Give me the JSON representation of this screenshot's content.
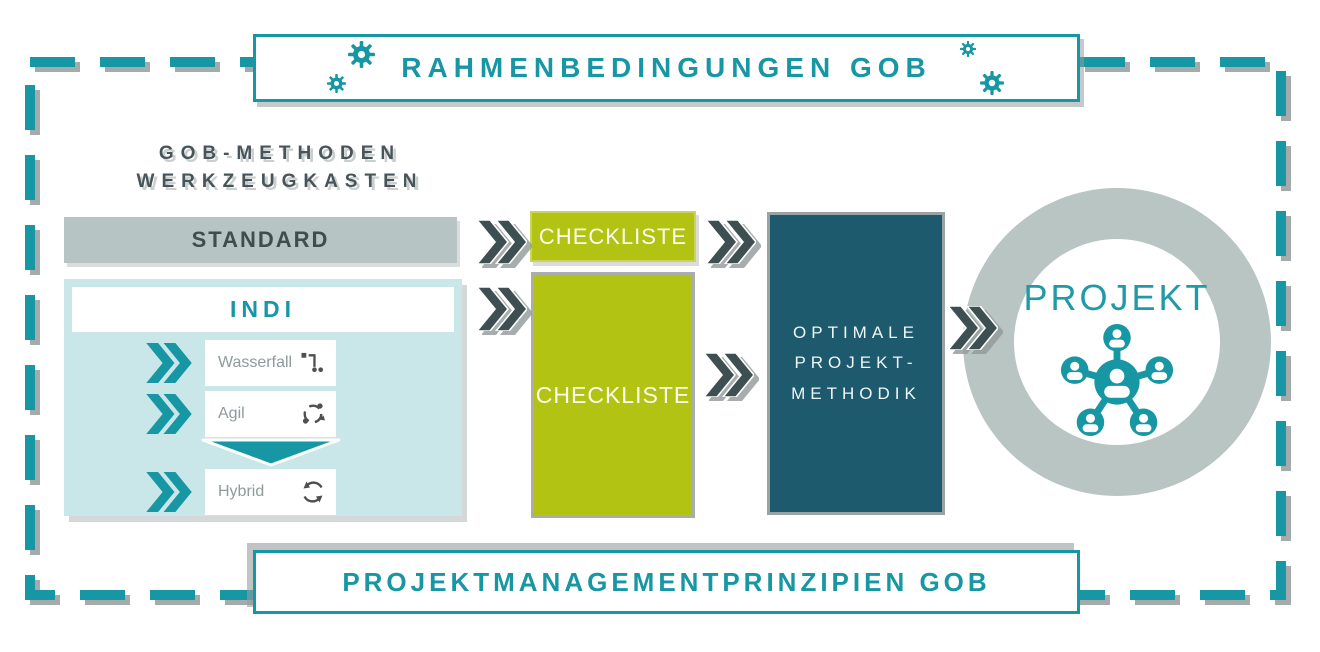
{
  "colors": {
    "accent_teal": "#1796a3",
    "dark_teal_box": "#1e5a6d",
    "lime_green": "#b2c313",
    "neutral_gray": "#b7c4c3",
    "light_blue": "#c9e6e9",
    "dark_slate_arrow": "#3d4f50"
  },
  "top_banner": {
    "label": "RAHMENBEDINGUNGEN GOB",
    "left_icon": "gears-icon",
    "right_icon": "gears-icon"
  },
  "toolbox": {
    "heading_line1": "GOB-METHODEN",
    "heading_line2": "WERKZEUGKASTEN",
    "standard_label": "STANDARD",
    "indi_label": "INDI",
    "methods": [
      {
        "label": "Wasserfall",
        "icon": "waterfall-steps-icon"
      },
      {
        "label": "Agil",
        "icon": "agile-cycle-icon"
      },
      {
        "label": "Hybrid",
        "icon": "hybrid-refresh-icon"
      }
    ]
  },
  "checklist_small": {
    "label": "CHECKLISTE"
  },
  "checklist_large": {
    "label": "CHECKLISTE"
  },
  "methodology_box": {
    "line1": "OPTIMALE",
    "line2": "PROJEKT-",
    "line3": "METHODIK"
  },
  "project_circle": {
    "label": "PROJEKT",
    "icon": "team-network-icon"
  },
  "bottom_banner": {
    "label": "PROJEKTMANAGEMENTPRINZIPIEN GOB"
  }
}
